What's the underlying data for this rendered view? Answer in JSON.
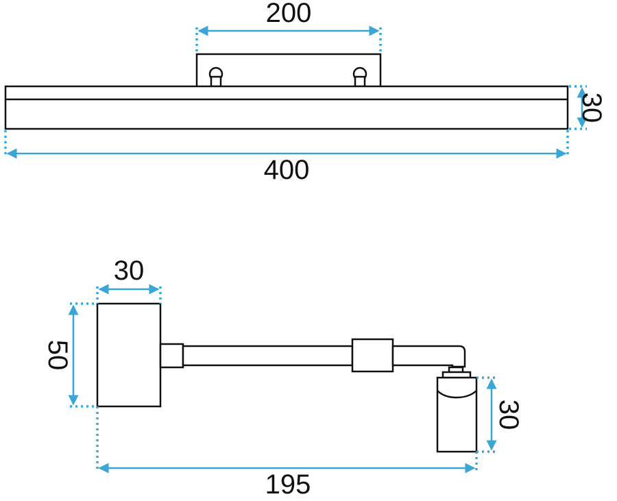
{
  "colors": {
    "dimension": "#3aa6d6",
    "outline": "#111111",
    "background": "#ffffff"
  },
  "front_view": {
    "mount_width": "200",
    "total_length": "400",
    "bar_height": "30"
  },
  "side_view": {
    "box_width": "30",
    "box_height": "50",
    "head_height": "30",
    "arm_reach": "195"
  }
}
